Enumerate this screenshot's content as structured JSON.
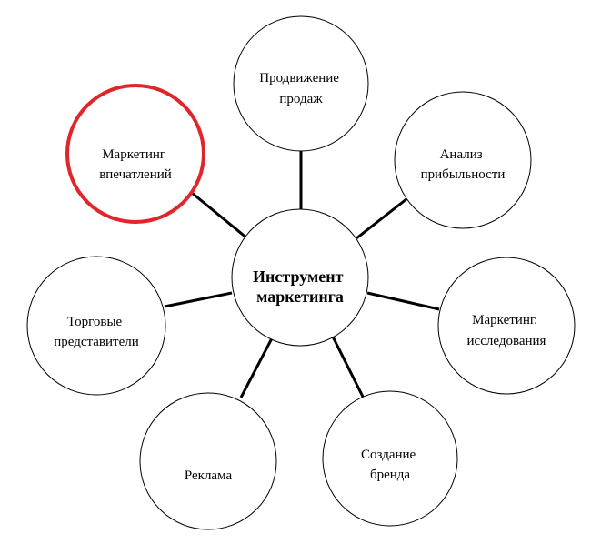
{
  "diagram": {
    "center": {
      "lines": [
        "Инструмент",
        "маркетинга"
      ]
    },
    "nodes": [
      {
        "id": "prodvizhenie",
        "lines": [
          "Продвижение",
          "продаж"
        ],
        "highlighted": false
      },
      {
        "id": "analiz",
        "lines": [
          "Анализ",
          "прибыльности"
        ],
        "highlighted": false
      },
      {
        "id": "issledovaniya",
        "lines": [
          "Маркетинг.",
          "исследования"
        ],
        "highlighted": false
      },
      {
        "id": "brend",
        "lines": [
          "Создание",
          "бренда"
        ],
        "highlighted": false
      },
      {
        "id": "reklama",
        "lines": [
          "Реклама"
        ],
        "highlighted": false
      },
      {
        "id": "torgovye",
        "lines": [
          "Торговые",
          "представители"
        ],
        "highlighted": false
      },
      {
        "id": "vpechatleniya",
        "lines": [
          "Маркетинг",
          "впечатлений"
        ],
        "highlighted": true
      }
    ],
    "colors": {
      "stroke": "#000000",
      "fill": "#ffffff",
      "highlight": "#e0262b",
      "text": "#000000"
    }
  }
}
